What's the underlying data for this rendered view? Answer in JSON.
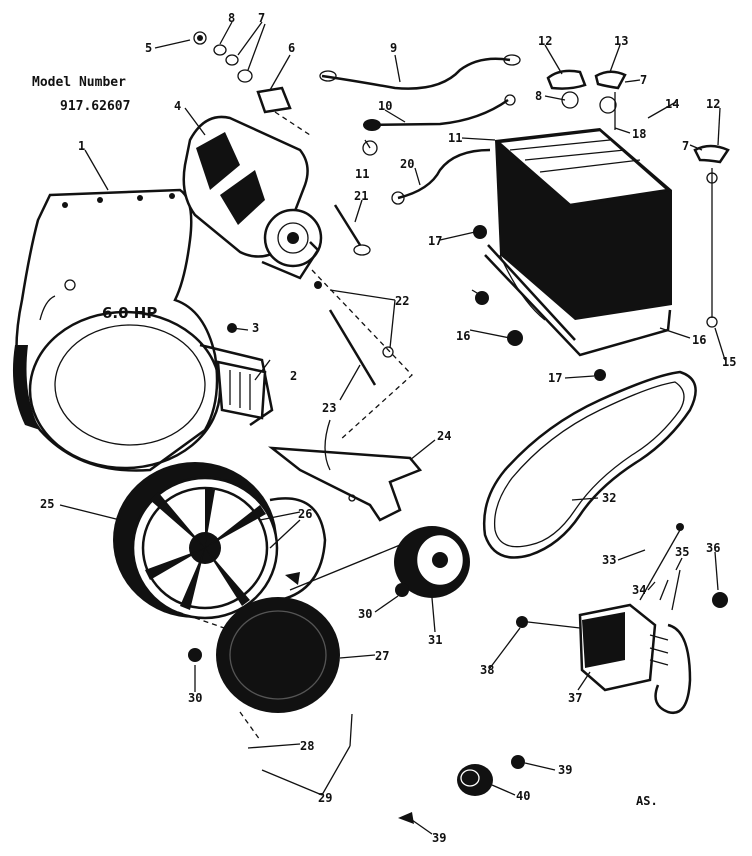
{
  "header": {
    "model_label": "Model Number",
    "model_number": "917.62607"
  },
  "engine_badge": "6.0 HP",
  "corner_mark": "AS.",
  "part_numbers": {
    "shroud": "1",
    "bracket": "2",
    "bracket_screw": "3",
    "starter_generator": "4",
    "nut": "5",
    "sleeve": "6",
    "washers": "7",
    "lock_washer": "8",
    "cable_upper": "9",
    "cable_mid": "10",
    "clip": "11",
    "terminal_cap_left": "12",
    "terminal_cap_right": "13",
    "hold_down_rod": "14",
    "rod_nut": "15",
    "battery_tray": "16",
    "tray_screw": "17",
    "battery": "18",
    "ground_cable": "20",
    "mount_bolt": "21",
    "shaft_fasteners": "22",
    "shaft": "23",
    "bracket_plate": "24",
    "flywheel": "25",
    "fan_blades": "26",
    "screen": "27",
    "screen_washer": "28",
    "screen_screw": "29",
    "flywheel_nut": "30",
    "pulley": "31",
    "belt": "32",
    "relay_lead": "33",
    "relay_terminal_a": "34",
    "relay_terminal_b": "35",
    "relay_stud": "36",
    "relay": "37",
    "relay_screw": "38",
    "switch_nut": "39",
    "switch": "40"
  }
}
